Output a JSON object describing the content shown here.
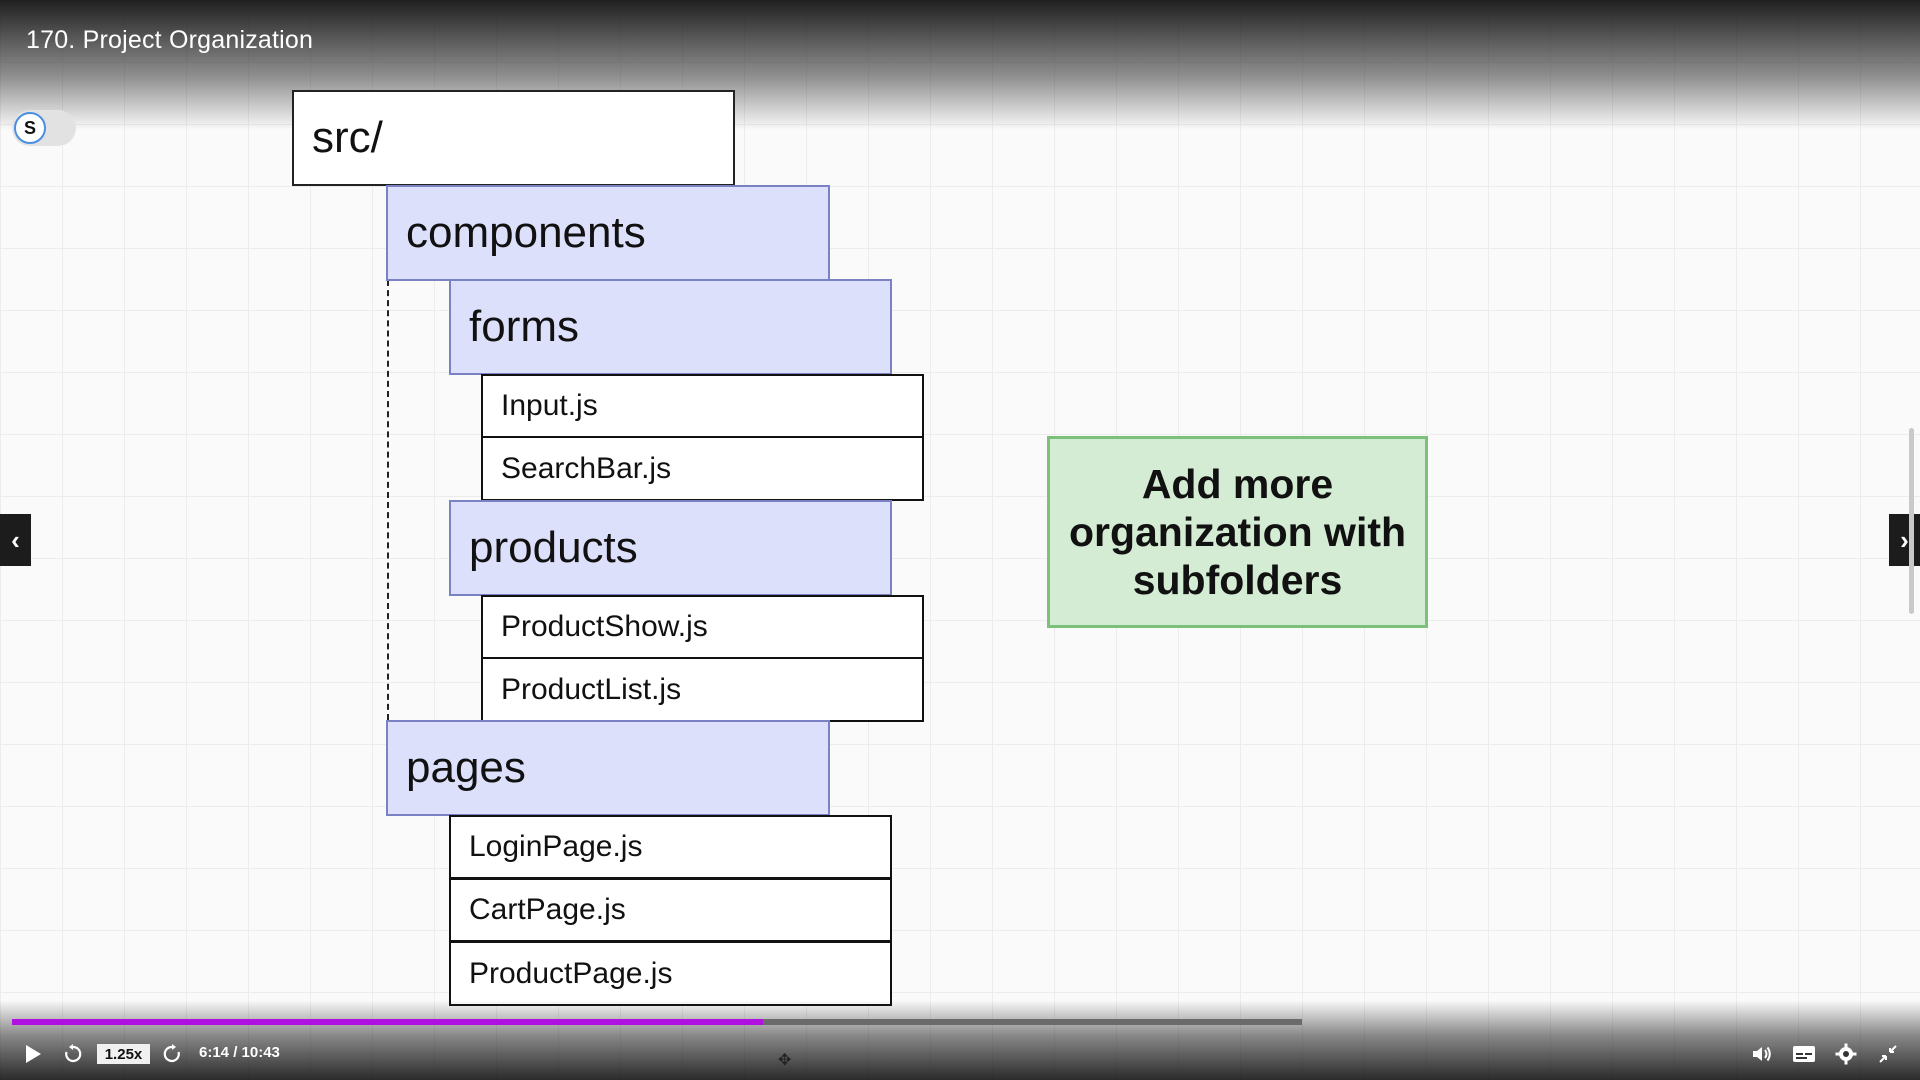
{
  "header": {
    "title": "170. Project Organization"
  },
  "toggle": {
    "label": "S"
  },
  "diagram": {
    "root": "src/",
    "components": "components",
    "forms": "forms",
    "forms_files": [
      "Input.js",
      "SearchBar.js"
    ],
    "products": "products",
    "products_files": [
      "ProductShow.js",
      "ProductList.js"
    ],
    "pages": "pages",
    "pages_files": [
      "LoginPage.js",
      "CartPage.js",
      "ProductPage.js"
    ]
  },
  "note": {
    "text": "Add more organization with subfolders"
  },
  "player": {
    "speed": "1.25x",
    "time": "6:14 / 10:43",
    "progress_fraction": 0.582,
    "accent_color": "#b010e0"
  },
  "icons": {
    "play": "play-icon",
    "rewind": "rewind-icon",
    "forward": "forward-icon",
    "volume": "volume-icon",
    "captions": "captions-icon",
    "settings": "gear-icon",
    "exit_fullscreen": "exit-fullscreen-icon",
    "prev": "chevron-left-icon",
    "next": "chevron-right-icon"
  }
}
